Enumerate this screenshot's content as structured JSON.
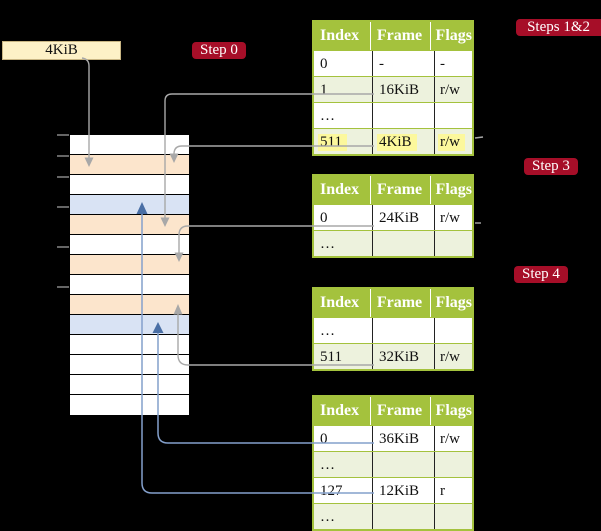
{
  "legend_box": {
    "label": "4KiB"
  },
  "badges": {
    "step0": "Step 0",
    "steps12": "Steps 1&2",
    "step3": "Step 3",
    "step4": "Step 4"
  },
  "columns": [
    "Index",
    "Frame",
    "Flags"
  ],
  "tables": [
    {
      "name": "page-table-steps-1-2",
      "rows": [
        {
          "cells": [
            "0",
            "-",
            "-"
          ],
          "tint": false,
          "highlight": false
        },
        {
          "cells": [
            "1",
            "16KiB",
            "r/w"
          ],
          "tint": true,
          "highlight": false
        },
        {
          "cells": [
            "…",
            "",
            ""
          ],
          "tint": false,
          "highlight": false
        },
        {
          "cells": [
            "511",
            "4KiB",
            "r/w"
          ],
          "tint": true,
          "highlight": true
        }
      ]
    },
    {
      "name": "page-table-step-3",
      "rows": [
        {
          "cells": [
            "0",
            "24KiB",
            "r/w"
          ],
          "tint": false,
          "highlight": false
        },
        {
          "cells": [
            "…",
            "",
            ""
          ],
          "tint": true,
          "highlight": false
        }
      ]
    },
    {
      "name": "page-table-step-4",
      "rows": [
        {
          "cells": [
            "…",
            "",
            ""
          ],
          "tint": false,
          "highlight": false
        },
        {
          "cells": [
            "511",
            "32KiB",
            "r/w"
          ],
          "tint": true,
          "highlight": false
        }
      ]
    },
    {
      "name": "page-table-last-level",
      "rows": [
        {
          "cells": [
            "0",
            "36KiB",
            "r/w"
          ],
          "tint": false,
          "highlight": false
        },
        {
          "cells": [
            "…",
            "",
            ""
          ],
          "tint": true,
          "highlight": false
        },
        {
          "cells": [
            "127",
            "12KiB",
            "r"
          ],
          "tint": false,
          "highlight": false
        },
        {
          "cells": [
            "…",
            "",
            ""
          ],
          "tint": true,
          "highlight": false
        }
      ]
    }
  ],
  "memory": {
    "rows": [
      "white",
      "peach",
      "white",
      "blue",
      "peach",
      "white",
      "peach",
      "white",
      "peach",
      "blue",
      "white",
      "white",
      "white",
      "white"
    ]
  },
  "colors": {
    "header_green": "#a4c23d",
    "row_tint": "#edf2dd",
    "highlight_yellow": "#fcf89c",
    "frame_peach": "#fce5cc",
    "frame_blue": "#d9e3f4",
    "badge_crimson": "#a60e28",
    "legend_cream": "#fdf1c7",
    "gray_arrow": "#a8a8a8",
    "blue_arrow_line": "#84a0cc",
    "blue_arrow_head": "#4a6fa5"
  }
}
